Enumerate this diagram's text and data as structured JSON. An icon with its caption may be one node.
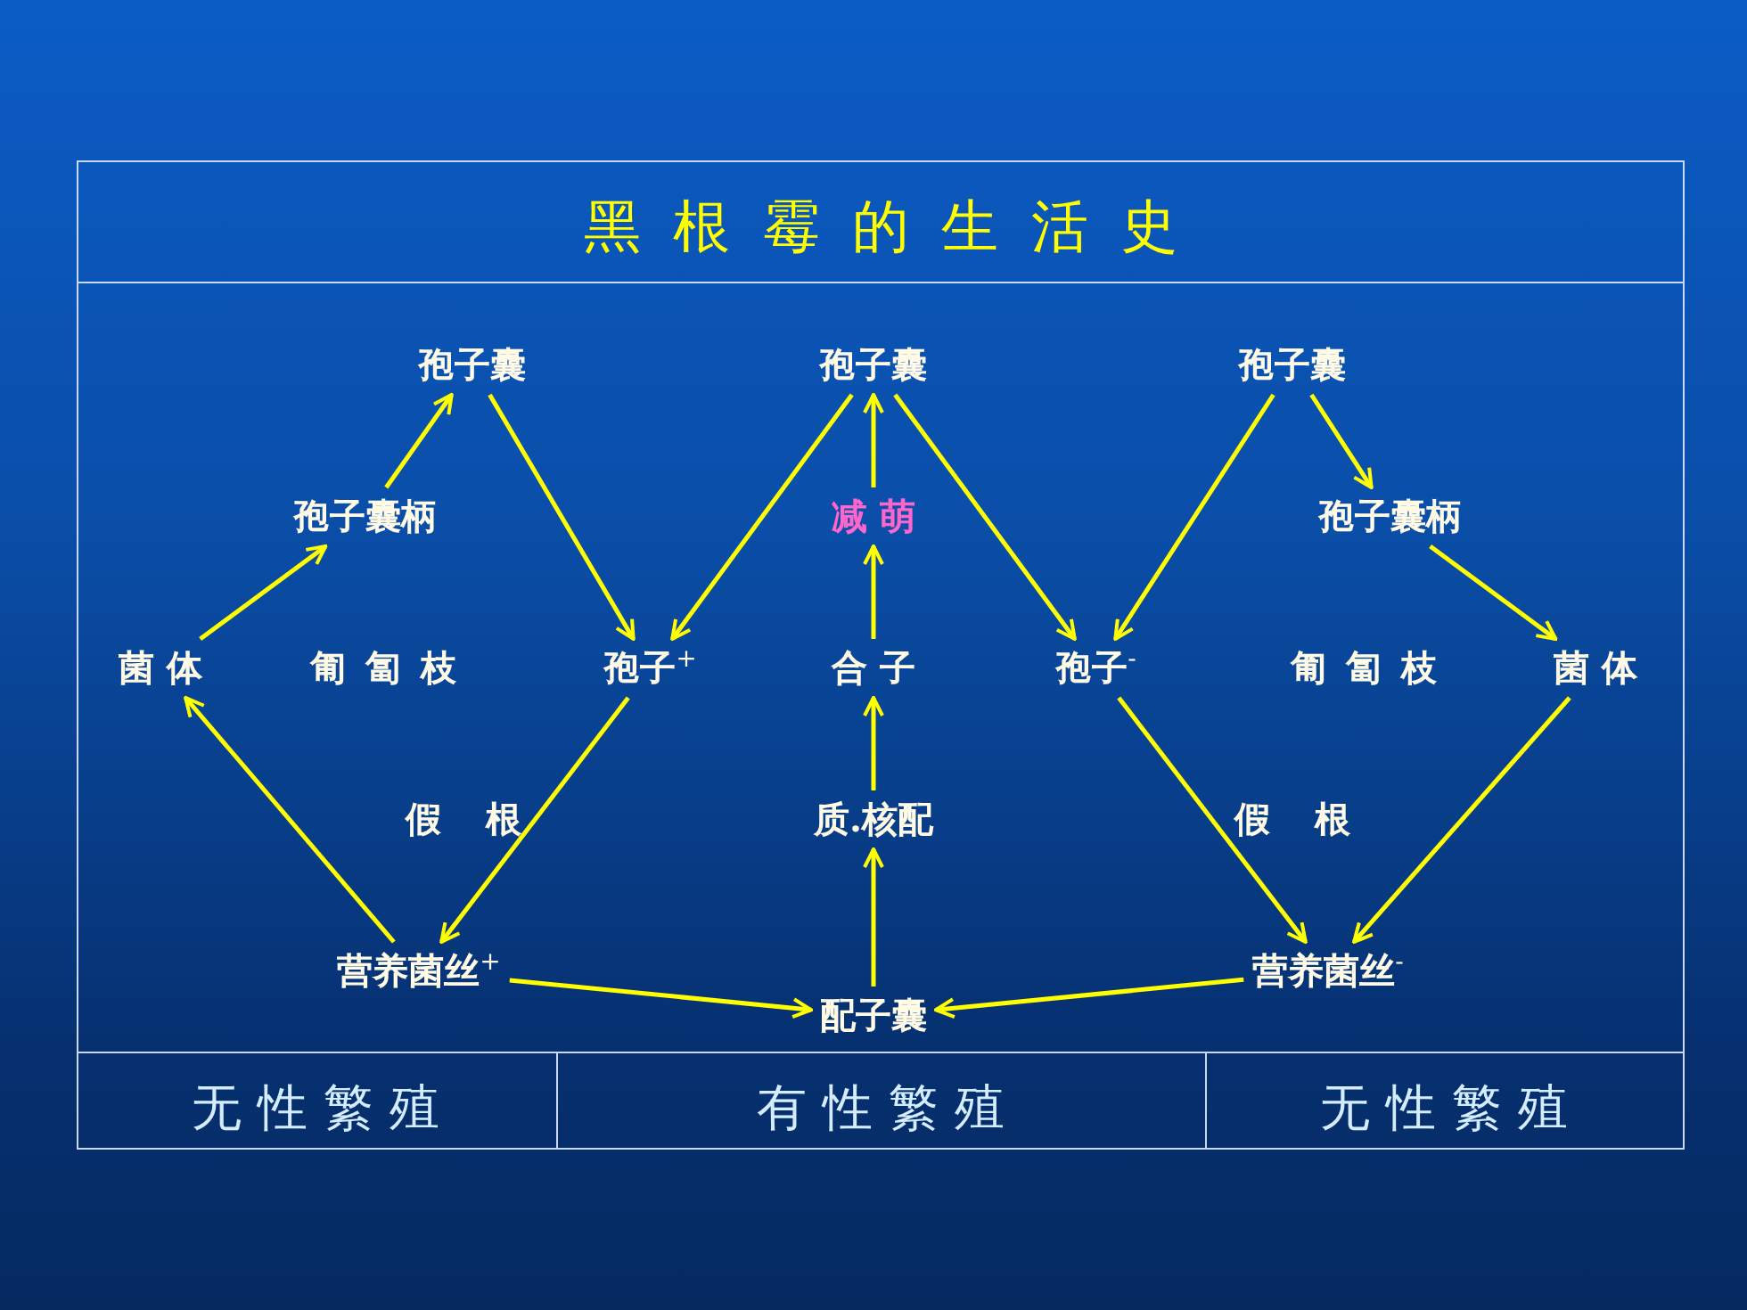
{
  "diagram": {
    "title": "黑 根 霉 的 生 活 史",
    "nodes": [
      {
        "text": [
          "孢子囊"
        ]
      },
      {
        "text": [
          "孢子囊"
        ]
      },
      {
        "text": [
          "孢子囊"
        ]
      },
      {
        "text": [
          "孢子囊柄"
        ]
      },
      {
        "text": [
          "减 萌"
        ]
      },
      {
        "text": [
          "孢子囊柄"
        ]
      },
      {
        "text": [
          "菌 体"
        ]
      },
      {
        "text": [
          "孢子$^{+}$"
        ]
      },
      {
        "text": [
          "合 子"
        ]
      },
      {
        "text": [
          "孢子$^{-}$"
        ]
      },
      {
        "text": [
          "菌 体"
        ]
      },
      {
        "text": [
          "质.核配"
        ]
      },
      {
        "text": [
          "营养菌丝$^{+}$"
        ]
      },
      {
        "text": [
          "配子囊"
        ]
      },
      {
        "text": [
          "营养菌丝$^{-}$"
        ]
      }
    ],
    "edges": [
      {
        "from": 6,
        "to": 3,
        "arrow": "to"
      },
      {
        "from": 3,
        "to": 0,
        "arrow": "to"
      },
      {
        "from": 0,
        "to": 7,
        "arrow": "to"
      },
      {
        "from": 1,
        "to": 7,
        "arrow": "to"
      },
      {
        "from": 7,
        "to": 12,
        "arrow": "to"
      },
      {
        "from": 12,
        "to": 6,
        "arrow": "to"
      },
      {
        "from": 12,
        "to": 13,
        "arrow": "to"
      },
      {
        "from": 14,
        "to": 13,
        "arrow": "to"
      },
      {
        "from": 13,
        "to": 11,
        "arrow": "to"
      },
      {
        "from": 11,
        "to": 8,
        "arrow": "to"
      },
      {
        "from": 8,
        "to": 4,
        "arrow": "to"
      },
      {
        "from": 4,
        "to": 1,
        "arrow": "to"
      },
      {
        "from": 1,
        "to": 9,
        "arrow": "to"
      },
      {
        "from": 2,
        "to": 9,
        "arrow": "to"
      },
      {
        "from": 9,
        "to": 14,
        "arrow": "to"
      },
      {
        "from": 2,
        "to": 5,
        "arrow": "to"
      },
      {
        "from": 5,
        "to": 10,
        "arrow": "to"
      },
      {
        "from": 10,
        "to": 14,
        "arrow": "to"
      }
    ],
    "labels": [
      "匍 匐 枝",
      "匍 匐 枝",
      "假 根",
      "假 根",
      "无 性 繁 殖",
      "有 性 繁 殖",
      "无 性 繁 殖"
    ]
  }
}
